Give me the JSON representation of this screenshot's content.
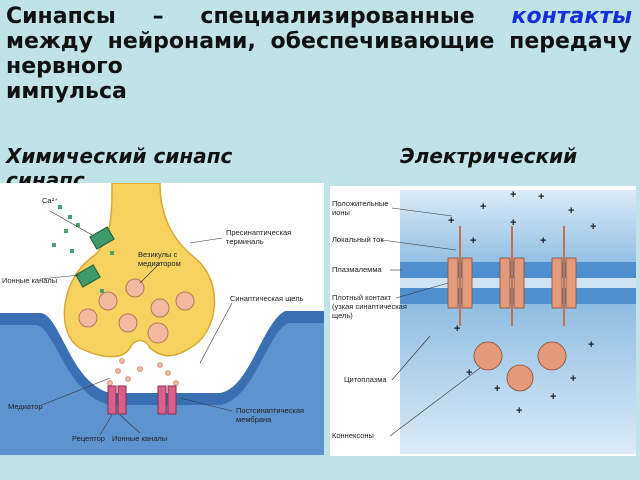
{
  "title": {
    "bold": "Синапсы",
    "dash": "–",
    "part1": "специализированные",
    "accent": "контакты",
    "part2": "между нейронами,",
    "part3": "обеспечивающие передачу нервного",
    "part4": "импульса"
  },
  "subtitle": {
    "chemical": "Химический синапс",
    "electrical": "Электрический",
    "electrical_cont": "синапс"
  },
  "chemical": {
    "labels": {
      "ca": "Ca²⁺",
      "ion_channels_left": "Ионные каналы",
      "vesicles_1": "Везикулы с",
      "vesicles_2": "медиатором",
      "presynaptic_1": "Пресинаптическая",
      "presynaptic_2": "терминаль",
      "cleft": "Синаптическая щель",
      "mediator": "Медиатор",
      "postsynaptic_1": "Постсинаптическая",
      "postsynaptic_2": "мембрана",
      "ion_channels_bottom": "Ионные каналы",
      "receptor": "Рецептор"
    }
  },
  "electrical": {
    "labels": {
      "positive_ions_1": "Положительные",
      "positive_ions_2": "ионы",
      "local_current": "Локальный ток",
      "plasmalemma": "Плазмалемма",
      "tight_contact_1": "Плотный контакт",
      "tight_contact_2": "(узкая синаптическая",
      "tight_contact_3": "щель)",
      "cytoplasm": "Цитоплазма",
      "connexons": "Коннексоны"
    },
    "plus": "+"
  },
  "colors": {
    "background": "#bfe3e6",
    "accent": "#1530d8",
    "terminal": "#f6d360",
    "cleft_blue": "#3a6fb3",
    "channel_pink": "#d9608a",
    "channel_green": "#3e9a6a",
    "connexon_orange": "#e39a7a",
    "membrane_blue": "#7fb3df"
  }
}
